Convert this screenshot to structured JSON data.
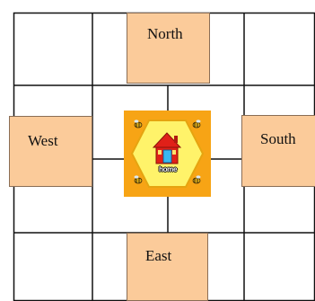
{
  "board": {
    "line_color": "#111111",
    "tile_fill": "#fbcb9a",
    "home_fill": "#f7a415",
    "home_hexagon_fill": "#fff36a"
  },
  "directions": {
    "north": "North",
    "south": "South",
    "east": "East",
    "west": "West"
  },
  "home_tile": {
    "label": "home",
    "icons": [
      "house-icon",
      "bee-icon"
    ]
  }
}
